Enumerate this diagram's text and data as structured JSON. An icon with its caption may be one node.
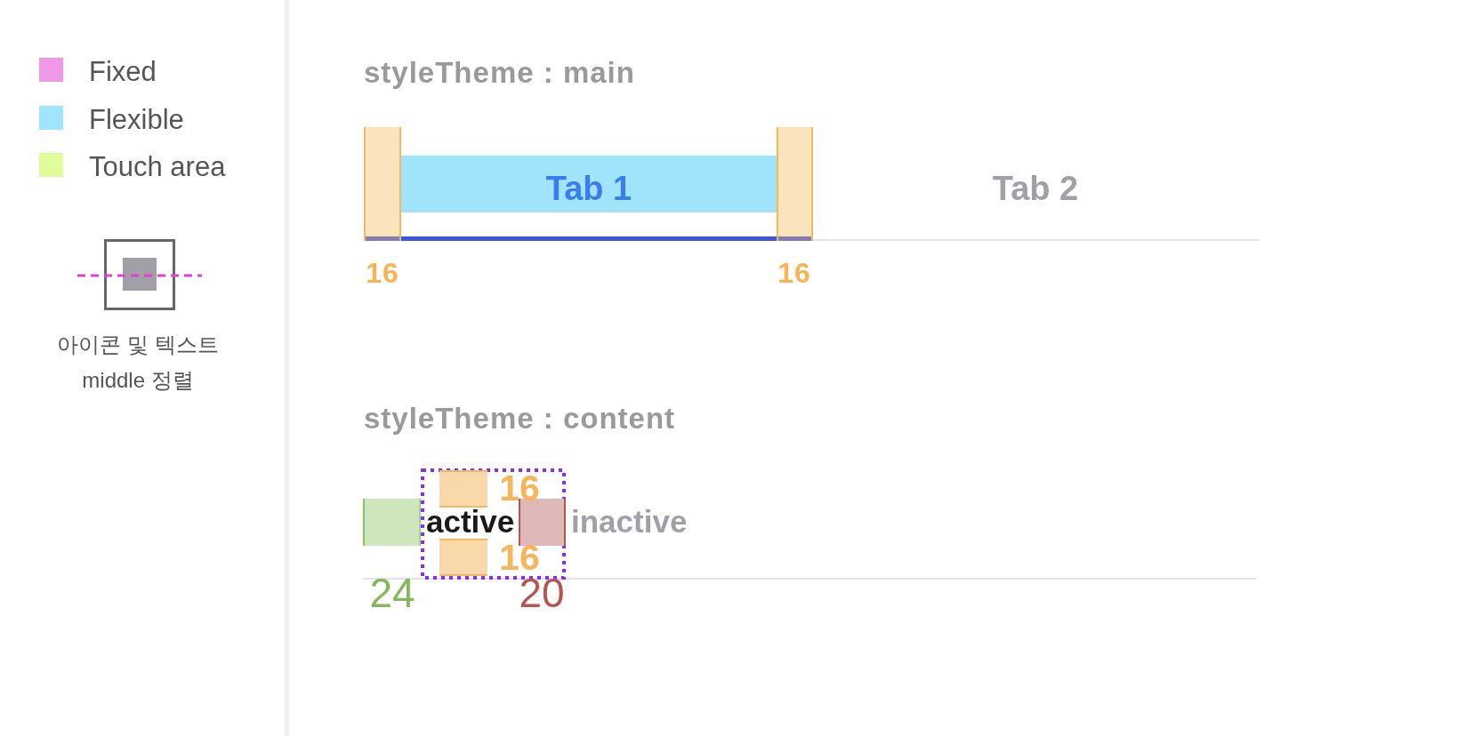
{
  "diagram": {
    "nodes": [
      {
        "text": [],
        "shape": "box",
        "beside": [
          "16"
        ]
      },
      {
        "text": [
          "Tab 1"
        ]
      },
      {
        "text": [],
        "shape": "box",
        "beside": [
          "16"
        ]
      },
      {
        "text": [],
        "shape": "box",
        "beside": [
          "24"
        ]
      },
      {
        "text": [
          "active"
        ]
      },
      {
        "text": [],
        "shape": "box",
        "beside": [
          "16"
        ],
        "in": 4
      },
      {
        "text": [],
        "shape": "box",
        "beside": [
          "16"
        ],
        "in": 4
      },
      {
        "text": [],
        "shape": "box",
        "beside": [
          "20"
        ],
        "in": 4
      }
    ],
    "labels": [
      "아이콘 및 텍스트 middle 정렬",
      "styleTheme : main",
      "Tab 2",
      "styleTheme : content",
      "inactive"
    ],
    "legend": [
      {
        "text": "Fixed",
        "color": "#f198e8"
      },
      {
        "text": "Flexible",
        "color": "#a0e5fd"
      },
      {
        "text": "Touch area",
        "color": "#e0fd9b"
      }
    ]
  }
}
